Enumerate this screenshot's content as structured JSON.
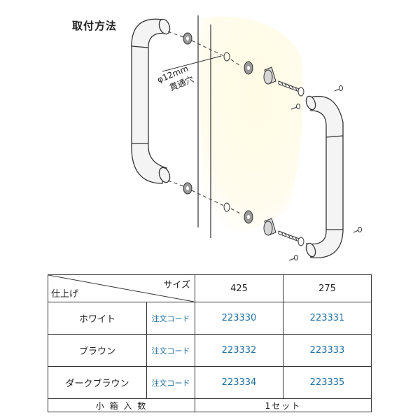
{
  "title": "取付方法",
  "diagram": {
    "hole_diameter_label": "φ12mm",
    "hole_type_label": "貫通穴"
  },
  "table": {
    "header": {
      "size_label": "サイズ",
      "finish_label": "仕上げ",
      "sizes": [
        "425",
        "275"
      ]
    },
    "rows": [
      {
        "finish": "ホワイト",
        "code_label": "注文コード",
        "codes": [
          "223330",
          "223331"
        ]
      },
      {
        "finish": "ブラウン",
        "code_label": "注文コード",
        "codes": [
          "223332",
          "223333"
        ]
      },
      {
        "finish": "ダークブラウン",
        "code_label": "注文コード",
        "codes": [
          "223334",
          "223335"
        ]
      }
    ],
    "footer": {
      "label": "小 箱 入 数",
      "value": "1セット"
    }
  },
  "colors": {
    "code_text": "#1f6fa0",
    "wall_highlight": "#fffbe6",
    "handle_fill": "#f4f4f4",
    "washer_fill": "#9a9a9a"
  }
}
